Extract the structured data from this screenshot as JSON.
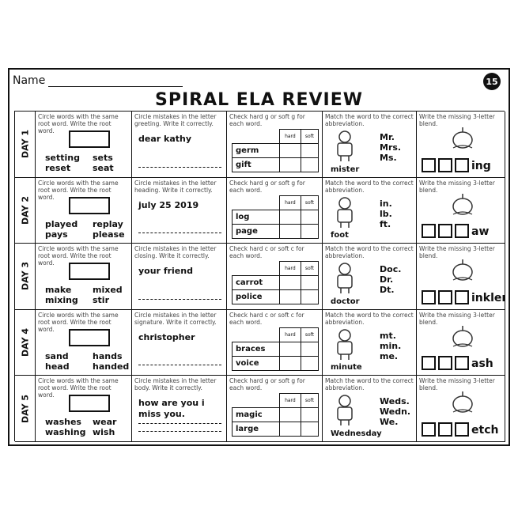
{
  "header": {
    "name_label": "Name",
    "page_number": "15",
    "title": "SPIRAL ELA REVIEW"
  },
  "instructions": {
    "root": "Circle words with the same root word. Write the root word.",
    "match": "Match the word to the correct abbreviation.",
    "blend": "Write the missing 3-letter blend."
  },
  "days": [
    {
      "label": "DAY 1",
      "root_words": [
        "setting",
        "sets",
        "reset",
        "seat"
      ],
      "letter_instr": "Circle mistakes in the letter greeting. Write it correctly.",
      "letter_text": "dear kathy",
      "hs_instr": "Check hard g or soft g for each word.",
      "hs_words": [
        "germ",
        "gift"
      ],
      "abbr_word": "mister",
      "abbrs": [
        "Mr.",
        "Mrs.",
        "Ms."
      ],
      "blend_ending": "ing"
    },
    {
      "label": "DAY 2",
      "root_words": [
        "played",
        "replay",
        "pays",
        "please"
      ],
      "letter_instr": "Circle mistakes in the letter heading. Write it correctly.",
      "letter_text": "july 25 2019",
      "hs_instr": "Check hard g or soft g for each word.",
      "hs_words": [
        "log",
        "page"
      ],
      "abbr_word": "foot",
      "abbrs": [
        "in.",
        "lb.",
        "ft."
      ],
      "blend_ending": "aw"
    },
    {
      "label": "DAY 3",
      "root_words": [
        "make",
        "mixed",
        "mixing",
        "stir"
      ],
      "letter_instr": "Circle mistakes in the letter closing. Write it correctly.",
      "letter_text": "your friend",
      "hs_instr": "Check hard c or soft c for each word.",
      "hs_words": [
        "carrot",
        "police"
      ],
      "abbr_word": "doctor",
      "abbrs": [
        "Doc.",
        "Dr.",
        "Dt."
      ],
      "blend_ending": "inkler"
    },
    {
      "label": "DAY 4",
      "root_words": [
        "sand",
        "hands",
        "head",
        "handed"
      ],
      "letter_instr": "Circle mistakes in the letter signature. Write it correctly.",
      "letter_text": "christopher",
      "hs_instr": "Check hard c or soft c for each word.",
      "hs_words": [
        "braces",
        "voice"
      ],
      "abbr_word": "minute",
      "abbrs": [
        "mt.",
        "min.",
        "me."
      ],
      "blend_ending": "ash"
    },
    {
      "label": "DAY 5",
      "root_words": [
        "washes",
        "wear",
        "washing",
        "wish"
      ],
      "letter_instr": "Circle mistakes in the letter body. Write it correctly.",
      "letter_text": "how are you i miss you.",
      "hs_instr": "Check hard g or soft g for each word.",
      "hs_words": [
        "magic",
        "large"
      ],
      "abbr_word": "Wednesday",
      "abbrs": [
        "Weds.",
        "Wedn.",
        "We."
      ],
      "blend_ending": "etch"
    }
  ],
  "hs_headers": [
    "hard",
    "soft"
  ]
}
